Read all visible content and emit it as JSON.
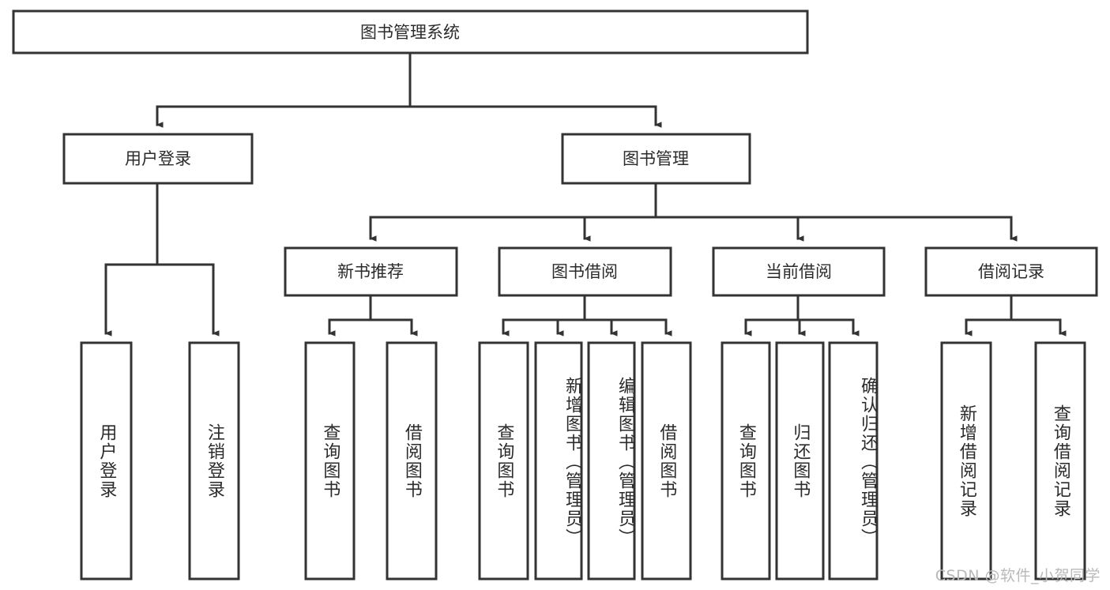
{
  "diagram": {
    "type": "tree-hierarchy",
    "title": "图书管理系统",
    "watermark": "CSDN @软件_小贺同学",
    "colors": {
      "stroke": "#333333",
      "fill": "#ffffff",
      "text": "#2b2b2b",
      "watermark": "#b9b9b9"
    },
    "levels": {
      "root": {
        "label": "图书管理系统",
        "orientation": "horizontal"
      },
      "level2": [
        {
          "label": "用户登录",
          "orientation": "horizontal"
        },
        {
          "label": "图书管理",
          "orientation": "horizontal"
        }
      ],
      "level3": [
        {
          "label": "新书推荐",
          "orientation": "horizontal",
          "parent": "图书管理"
        },
        {
          "label": "图书借阅",
          "orientation": "horizontal",
          "parent": "图书管理"
        },
        {
          "label": "当前借阅",
          "orientation": "horizontal",
          "parent": "图书管理"
        },
        {
          "label": "借阅记录",
          "orientation": "horizontal",
          "parent": "图书管理"
        }
      ],
      "leaves": [
        {
          "label": "用户登录",
          "orientation": "vertical",
          "parent": "用户登录"
        },
        {
          "label": "注销登录",
          "orientation": "vertical",
          "parent": "用户登录"
        },
        {
          "label": "查询图书",
          "orientation": "vertical",
          "parent": "新书推荐"
        },
        {
          "label": "借阅图书",
          "orientation": "vertical",
          "parent": "新书推荐"
        },
        {
          "label": "查询图书",
          "orientation": "vertical",
          "parent": "图书借阅"
        },
        {
          "label": "新增图书（管理员）",
          "orientation": "vertical",
          "parent": "图书借阅"
        },
        {
          "label": "编辑图书（管理员）",
          "orientation": "vertical",
          "parent": "图书借阅"
        },
        {
          "label": "借阅图书",
          "orientation": "vertical",
          "parent": "图书借阅"
        },
        {
          "label": "查询图书",
          "orientation": "vertical",
          "parent": "当前借阅"
        },
        {
          "label": "归还图书",
          "orientation": "vertical",
          "parent": "当前借阅"
        },
        {
          "label": "确认归还（管理员）",
          "orientation": "vertical",
          "parent": "当前借阅"
        },
        {
          "label": "新增借阅记录",
          "orientation": "vertical",
          "parent": "借阅记录"
        },
        {
          "label": "查询借阅记录",
          "orientation": "vertical",
          "parent": "借阅记录"
        }
      ]
    }
  }
}
